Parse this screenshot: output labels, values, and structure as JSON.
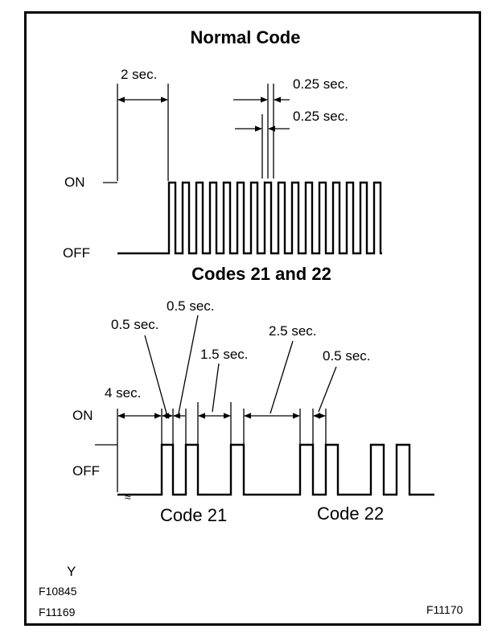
{
  "normal": {
    "title": "Normal Code",
    "on_label": "ON",
    "off_label": "OFF",
    "dim_2sec": "2 sec.",
    "dim_025_a": "0.25 sec.",
    "dim_025_b": "0.25 sec.",
    "pulse_count": 16
  },
  "codes": {
    "title": "Codes 21 and 22",
    "on_label": "ON",
    "off_label": "OFF",
    "dim_4sec": "4 sec.",
    "dim_05_a": "0.5 sec.",
    "dim_05_b": "0.5 sec.",
    "dim_15": "1.5 sec.",
    "dim_25": "2.5 sec.",
    "dim_05_c": "0.5 sec.",
    "break_mark": "≈",
    "code21_label": "Code 21",
    "code22_label": "Code 22"
  },
  "footer": {
    "y_mark": "Y",
    "fig1": "F10845",
    "fig2": "F11169",
    "fig3": "F11170"
  }
}
